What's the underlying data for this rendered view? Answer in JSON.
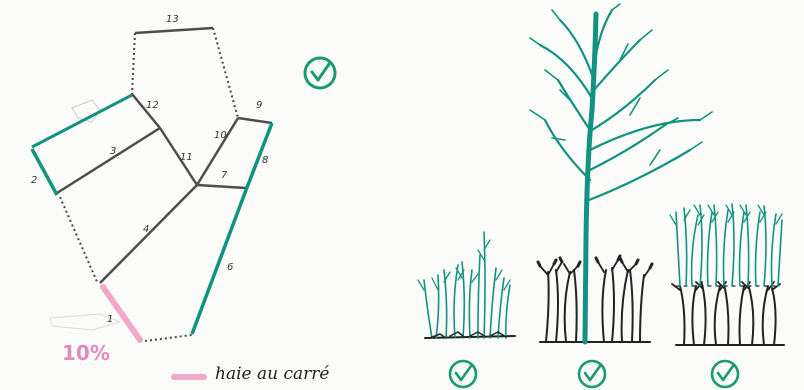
{
  "plot": {
    "segment_labels": [
      "1",
      "2",
      "3",
      "4",
      "6",
      "7",
      "8",
      "9",
      "10",
      "11",
      "12",
      "13"
    ],
    "percent": "10%",
    "legend_text": "haie au carré"
  },
  "colors": {
    "hedge_teal": "#12937f",
    "boundary_grey": "#4d4d4d",
    "trimmed_pink": "#f2a9c9",
    "check_green": "#1a9a73",
    "percent_pink": "#e08bbd"
  },
  "icons": [
    "check-circle-icon",
    "young-hedge-icon",
    "tall-tree-hedge-icon",
    "cut-regrowth-hedge-icon"
  ]
}
